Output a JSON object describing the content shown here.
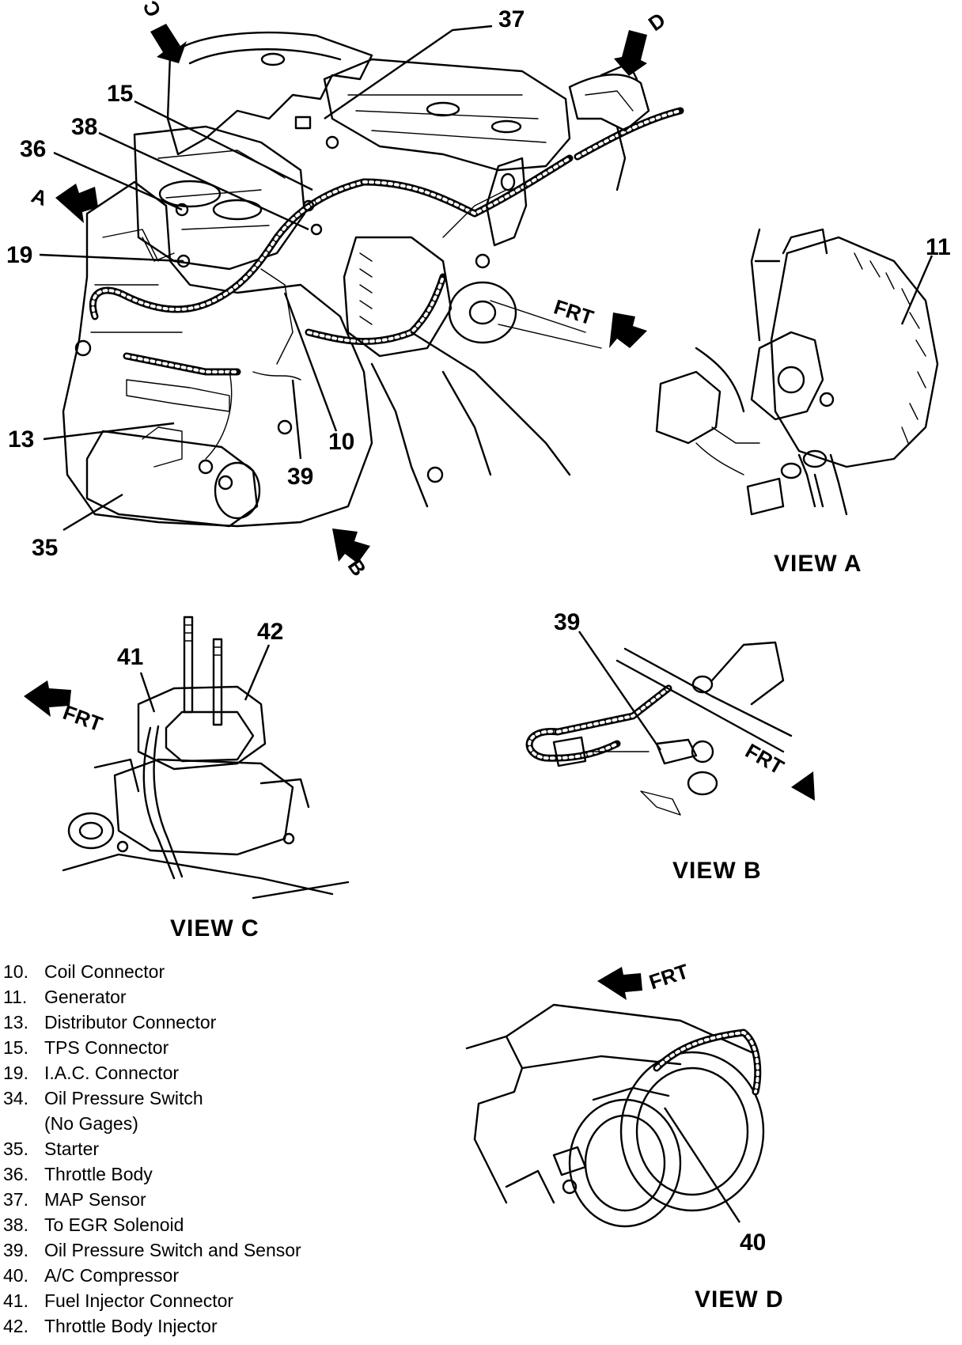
{
  "callouts": {
    "c37": "37",
    "c15": "15",
    "c38": "38",
    "c36": "36",
    "c19": "19",
    "c13": "13",
    "c35": "35",
    "c10": "10",
    "c39": "39",
    "c11": "11",
    "c41": "41",
    "c42": "42",
    "c39b": "39",
    "c40": "40"
  },
  "arrow_labels": {
    "a": "A",
    "b": "B",
    "c": "C",
    "d": "D"
  },
  "frt": {
    "main": "FRT",
    "view_c": "FRT",
    "view_b": "FRT",
    "view_d": "FRT"
  },
  "views": {
    "a": "VIEW A",
    "b": "VIEW B",
    "c": "VIEW C",
    "d": "VIEW D"
  },
  "legend": [
    {
      "num": "10.",
      "text": "Coil Connector"
    },
    {
      "num": "11.",
      "text": "Generator"
    },
    {
      "num": "13.",
      "text": "Distributor Connector"
    },
    {
      "num": "15.",
      "text": "TPS Connector"
    },
    {
      "num": "19.",
      "text": "I.A.C. Connector"
    },
    {
      "num": "34.",
      "text": "Oil Pressure Switch"
    },
    {
      "num": "",
      "text": "(No Gages)"
    },
    {
      "num": "35.",
      "text": "Starter"
    },
    {
      "num": "36.",
      "text": "Throttle Body"
    },
    {
      "num": "37.",
      "text": "MAP Sensor"
    },
    {
      "num": "38.",
      "text": "To EGR Solenoid"
    },
    {
      "num": "39.",
      "text": "Oil Pressure Switch and Sensor"
    },
    {
      "num": "40.",
      "text": "A/C Compressor"
    },
    {
      "num": "41.",
      "text": "Fuel Injector Connector"
    },
    {
      "num": "42.",
      "text": "Throttle Body Injector"
    }
  ]
}
